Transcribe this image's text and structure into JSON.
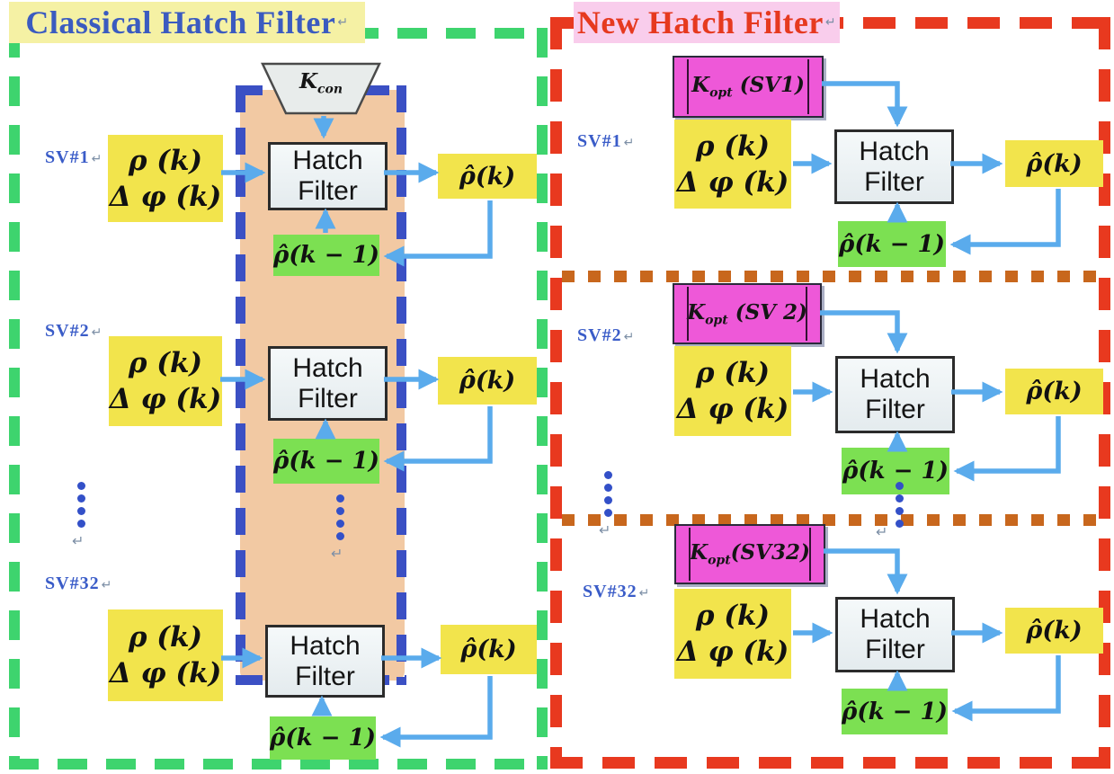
{
  "marks": {
    "return": "↵"
  },
  "classical": {
    "title": "Classical Hatch Filter",
    "gain": {
      "base": "K",
      "sub": "con"
    },
    "rows": [
      {
        "sv": "SV#1"
      },
      {
        "sv": "SV#2"
      },
      {
        "sv": "SV#32"
      }
    ]
  },
  "new": {
    "title": "New Hatch Filter",
    "rows": [
      {
        "sv": "SV#1",
        "gain_base": "K",
        "gain_sub": "opt",
        "gain_arg": "(SV1)"
      },
      {
        "sv": "SV#2",
        "gain_base": "K",
        "gain_sub": "opt",
        "gain_arg": "(SV 2)"
      },
      {
        "sv": "SV#32",
        "gain_base": "K",
        "gain_sub": "opt",
        "gain_arg": "(SV32)"
      }
    ]
  },
  "formulas": {
    "pseudorange": "ρ (k)",
    "carrier_phase": "Δ φ (k)",
    "hatch_line1": "Hatch",
    "hatch_line2": "Filter",
    "output": "ρ̂(k)",
    "previous_output": "ρ̂(k − 1)"
  },
  "colors": {
    "classical_border": "#3ed46e",
    "new_border": "#e8391f",
    "inner_dash_border": "#3b50c4",
    "classical_panel_fill": "#f2c9a3",
    "input_box_fill": "#f2e44c",
    "prev_output_box_fill": "#7ce052",
    "gain_box_fill": "#ee58d8",
    "arrow": "#5aabec",
    "separator": "#c8671d",
    "classical_title_bg": "#f5f1a4",
    "classical_title_text": "#3b5bc0",
    "new_title_bg": "#f9cdec",
    "new_title_text": "#e6391f",
    "sv_label_text": "#3a5cc8"
  }
}
